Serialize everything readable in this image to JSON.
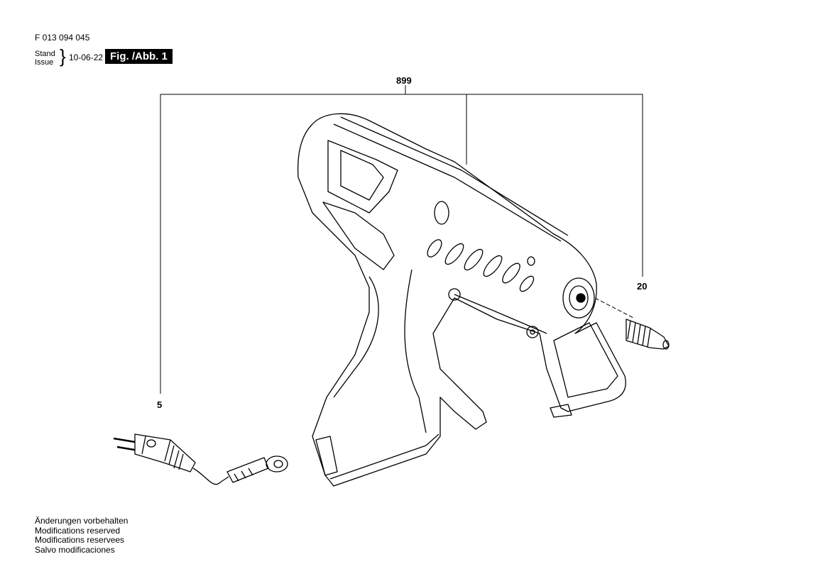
{
  "header": {
    "document_number": "F 013 094 045",
    "stand_label": "Stand",
    "issue_label": "Issue",
    "brace": "}",
    "date": "10-06-22",
    "figure_label": "Fig. /Abb. 1"
  },
  "parts": [
    {
      "number": "899",
      "name": "glue-gun-housing"
    },
    {
      "number": "20",
      "name": "nozzle"
    },
    {
      "number": "5",
      "name": "power-cord"
    }
  ],
  "notes": [
    "Änderungen vorbehalten",
    "Modifications reserved",
    "Modifications reservees",
    "Salvo modificaciones"
  ]
}
